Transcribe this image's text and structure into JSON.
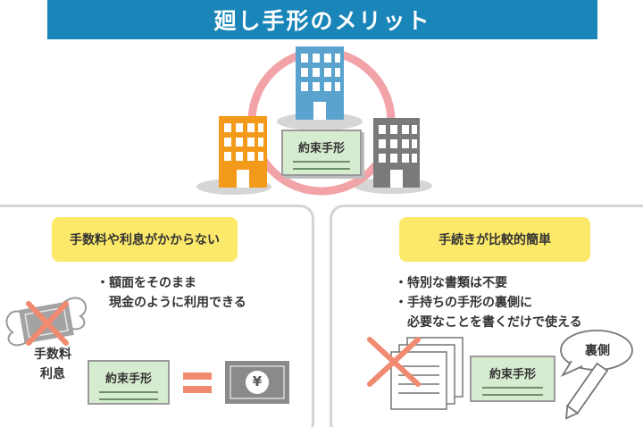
{
  "header": {
    "title": "廻し手形のメリット"
  },
  "center": {
    "note_label": "約束手形"
  },
  "left_panel": {
    "pill": "手数料や利息がかからない",
    "bullets": [
      "・額面をそのまま",
      "現金のように利用できる"
    ],
    "fee_label": [
      "手数料",
      "利息"
    ],
    "note_label": "約束手形",
    "currency_symbol": "¥"
  },
  "right_panel": {
    "pill": "手続きが比較的簡単",
    "bullets": [
      "・特別な書類は不要",
      "・手持ちの手形の裏側に",
      "必要なことを書くだけで使える"
    ],
    "note_label": "約束手形",
    "speech": "裏側"
  },
  "colors": {
    "header_bg": "#1a85b8",
    "pill_bg": "#fce96a",
    "note_bg": "#d6ecd0",
    "ring": "#f2a3a8",
    "cross": "#f08a70",
    "building_blue": "#5aa3cf",
    "building_orange": "#f49a1a",
    "building_gray": "#7a7a7a"
  }
}
